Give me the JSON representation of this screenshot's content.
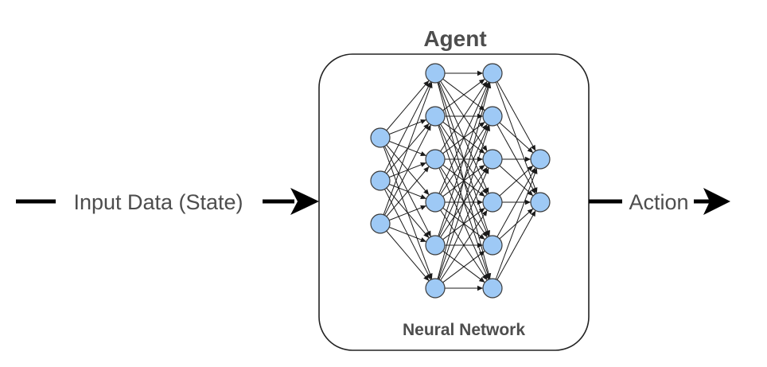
{
  "diagram": {
    "title": "Agent",
    "input_label": "Input Data (State)",
    "output_label": "Action",
    "box_caption": "Neural Network",
    "layers": [
      {
        "name": "input",
        "count": 3
      },
      {
        "name": "hidden-1",
        "count": 6
      },
      {
        "name": "hidden-2",
        "count": 6
      },
      {
        "name": "output",
        "count": 2
      }
    ],
    "colors": {
      "node_fill": "#9ec9f5",
      "node_stroke": "#3a3a3a",
      "edge": "#1a1a1a",
      "box_stroke": "#222222",
      "text": "#4d4d4d",
      "arrow": "#000000"
    }
  }
}
